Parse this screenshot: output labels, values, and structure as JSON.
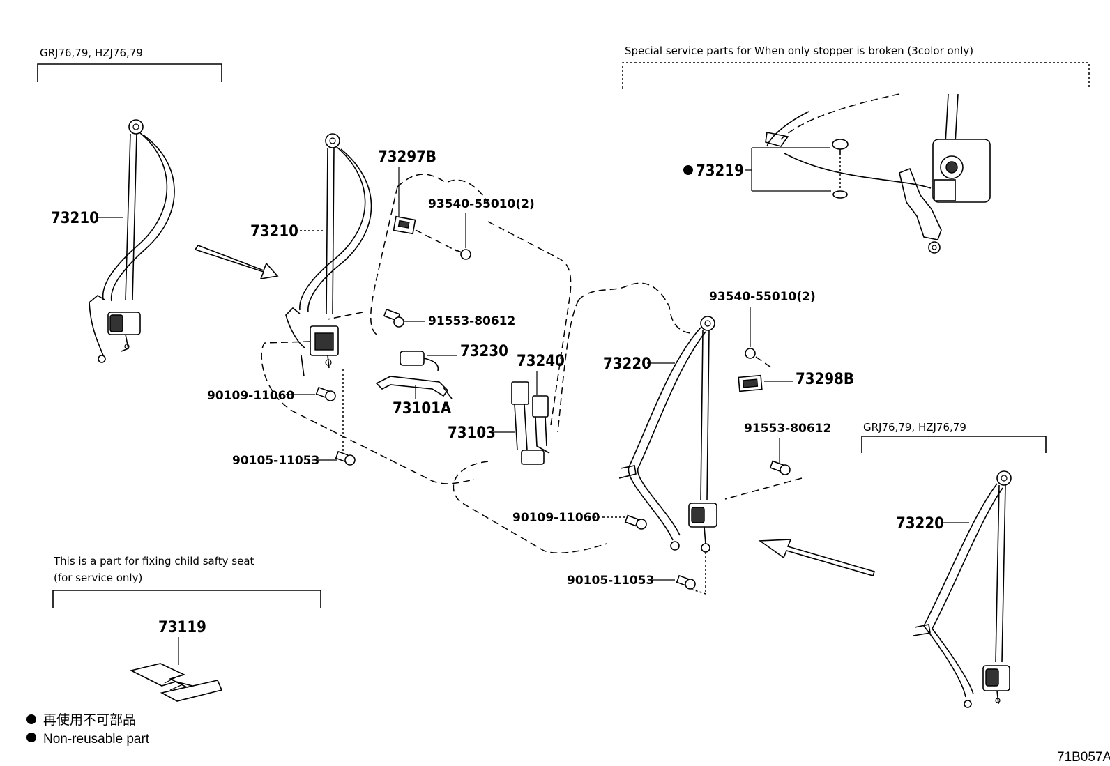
{
  "groups": {
    "top_left_models": "GRJ76,79, HZJ76,79",
    "right_models": "GRJ76,79, HZJ76,79",
    "stopper_note": "Special service parts for When only stopper is broken (3color only)",
    "child_seat_note_1": "This is a part for fixing child safty seat",
    "child_seat_note_2": "(for service only)"
  },
  "parts": {
    "p73210_a": "73210",
    "p73210_b": "73210",
    "p73297b": "73297B",
    "p93540_a": "93540-55010(2)",
    "p91553_a": "91553-80612",
    "p73230": "73230",
    "p73101a": "73101A",
    "p90109_a": "90109-11060",
    "p90105_a": "90105-11053",
    "p73240": "73240",
    "p73103": "73103",
    "p73219": "73219",
    "p93540_b": "93540-55010(2)",
    "p73220_a": "73220",
    "p73298b": "73298B",
    "p91553_b": "91553-80612",
    "p90109_b": "90109-11060",
    "p90105_b": "90105-11053",
    "p73220_b": "73220",
    "p73119": "73119"
  },
  "legend": {
    "jp": "再使用不可部品",
    "en": "Non-reusable part"
  },
  "drawing_code": "71B057A"
}
